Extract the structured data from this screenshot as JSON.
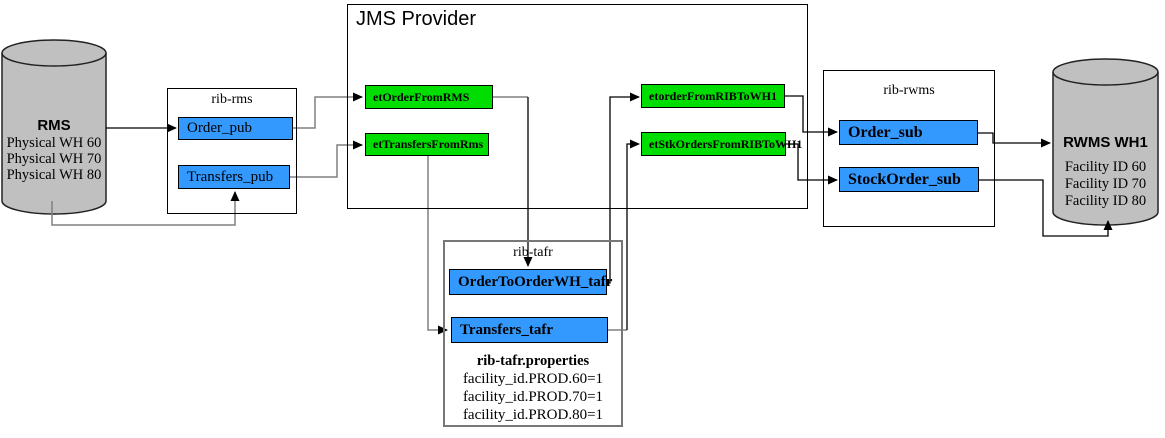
{
  "jms": {
    "title": "JMS Provider"
  },
  "rms": {
    "title": "RMS",
    "lines": [
      "Physical WH 60",
      "Physical WH 70",
      "Physical WH 80"
    ]
  },
  "rwms": {
    "title": "RWMS WH1",
    "lines": [
      "Facility ID 60",
      "Facility ID 70",
      "Facility ID 80"
    ]
  },
  "rib_rms": {
    "title": "rib-rms",
    "order_pub": "Order_pub",
    "transfers_pub": "Transfers_pub"
  },
  "rib_rwms": {
    "title": "rib-rwms",
    "order_sub": "Order_sub",
    "stockorder_sub": "StockOrder_sub"
  },
  "rib_tafr": {
    "title": "rib-tafr",
    "order_tafr": "OrderToOrderWH_tafr",
    "transfers_tafr": "Transfers_tafr",
    "properties_title": "rib-tafr.properties",
    "properties": [
      "facility_id.PROD.60=1",
      "facility_id.PROD.70=1",
      "facility_id.PROD.80=1"
    ]
  },
  "topics": {
    "et_order_from_rms": "etOrderFromRMS",
    "et_transfers_from_rms": "etTransfersFromRms",
    "et_order_from_rib_to_wh1": "etorderFromRIBToWH1",
    "et_stk_orders_from_rib_to_wh1": "etStkOrdersFromRIBToWH1"
  },
  "colors": {
    "node_blue": "#3399FF",
    "topic_green": "#00DD00",
    "cylinder_gray": "#C0C0C0",
    "connector_gray": "#808080",
    "connector_black": "#000000"
  }
}
